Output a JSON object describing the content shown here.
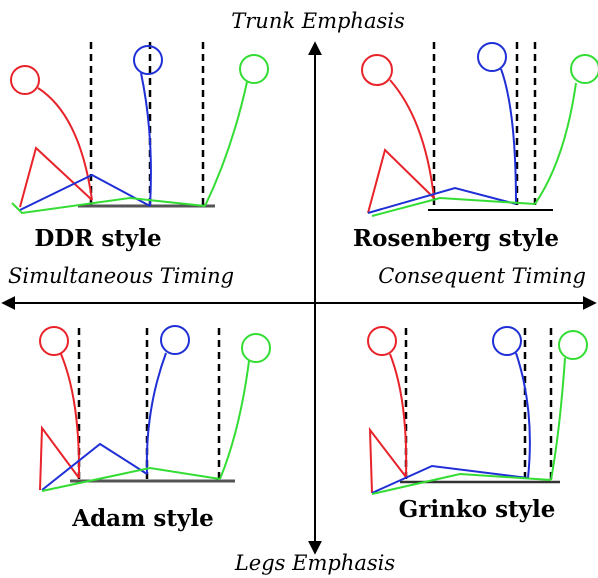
{
  "axes": {
    "top": "Trunk Emphasis",
    "bottom": "Legs Emphasis",
    "left": "Simultaneous Timing",
    "right": "Consequent Timing"
  },
  "quadrants": [
    {
      "id": "top-left",
      "label": "DDR style"
    },
    {
      "id": "top-right",
      "label": "Rosenberg style"
    },
    {
      "id": "bottom-left",
      "label": "Adam style"
    },
    {
      "id": "bottom-right",
      "label": "Grinko style"
    }
  ],
  "colors": {
    "red": "#e8232a",
    "blue": "#1f2fd6",
    "green": "#33dd33",
    "axis": "#000000",
    "ground": "#555555"
  }
}
